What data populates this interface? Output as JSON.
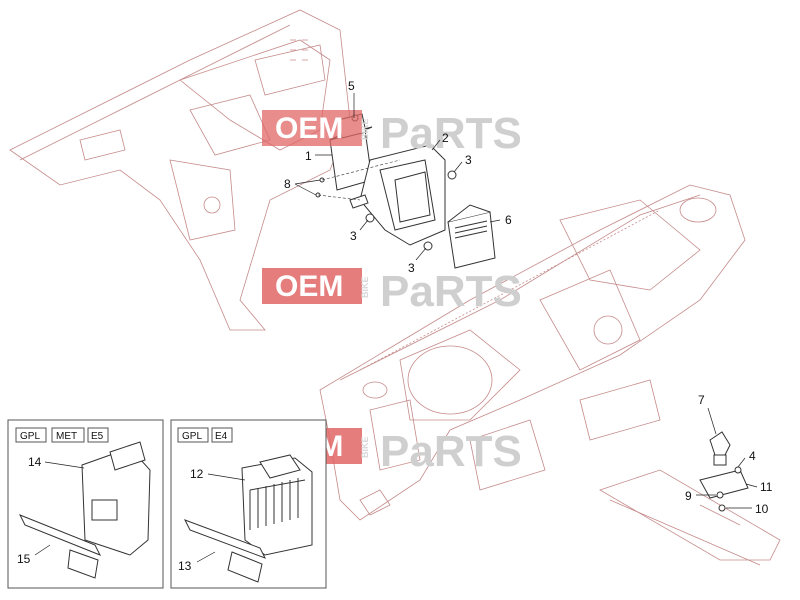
{
  "callouts": {
    "c1": "1",
    "c2": "2",
    "c3a": "3",
    "c3b": "3",
    "c3c": "3",
    "c4": "4",
    "c5": "5",
    "c6": "6",
    "c7": "7",
    "c8": "8",
    "c9": "9",
    "c10": "10",
    "c11": "11",
    "c12": "12",
    "c13": "13",
    "c14": "14",
    "c15": "15"
  },
  "inset_left": {
    "tags": [
      "GPL",
      "MET",
      "E5"
    ]
  },
  "inset_right": {
    "tags": [
      "GPL",
      "E4"
    ]
  },
  "watermark": {
    "oem": "OEM",
    "bike": "BIKE",
    "parts": "PaRTS"
  },
  "colors": {
    "watermark_red": "#e06666",
    "line_red": "#c58a8a",
    "ink": "#333333"
  }
}
